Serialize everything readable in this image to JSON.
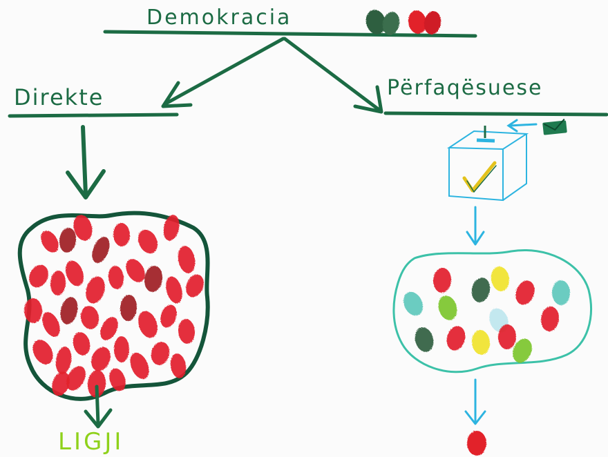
{
  "diagram": {
    "title": "Demokracia",
    "branches": [
      {
        "id": "direct",
        "label": "Direkte",
        "result": "LIGJI"
      },
      {
        "id": "representative",
        "label": "Përfaqësuese",
        "result": ""
      }
    ]
  },
  "colors": {
    "ink_green": "#1c6b44",
    "dark_green_outline": "#14553a",
    "blue_arrow": "#2db4e0",
    "teal_outline": "#3cc1a8",
    "fingerprint_red": "#e2202a",
    "fingerprint_dark_red": "#9e1e22",
    "law_text_green": "#8fd11b",
    "check_yellow": "#e3c21c",
    "envelope_green": "#1f7a4f"
  },
  "fingerprint_colors_representative": [
    "teal",
    "red",
    "lime",
    "dark-green",
    "yellow",
    "red",
    "teal",
    "light-blue",
    "red",
    "dark-green",
    "red",
    "yellow",
    "lime",
    "red"
  ]
}
